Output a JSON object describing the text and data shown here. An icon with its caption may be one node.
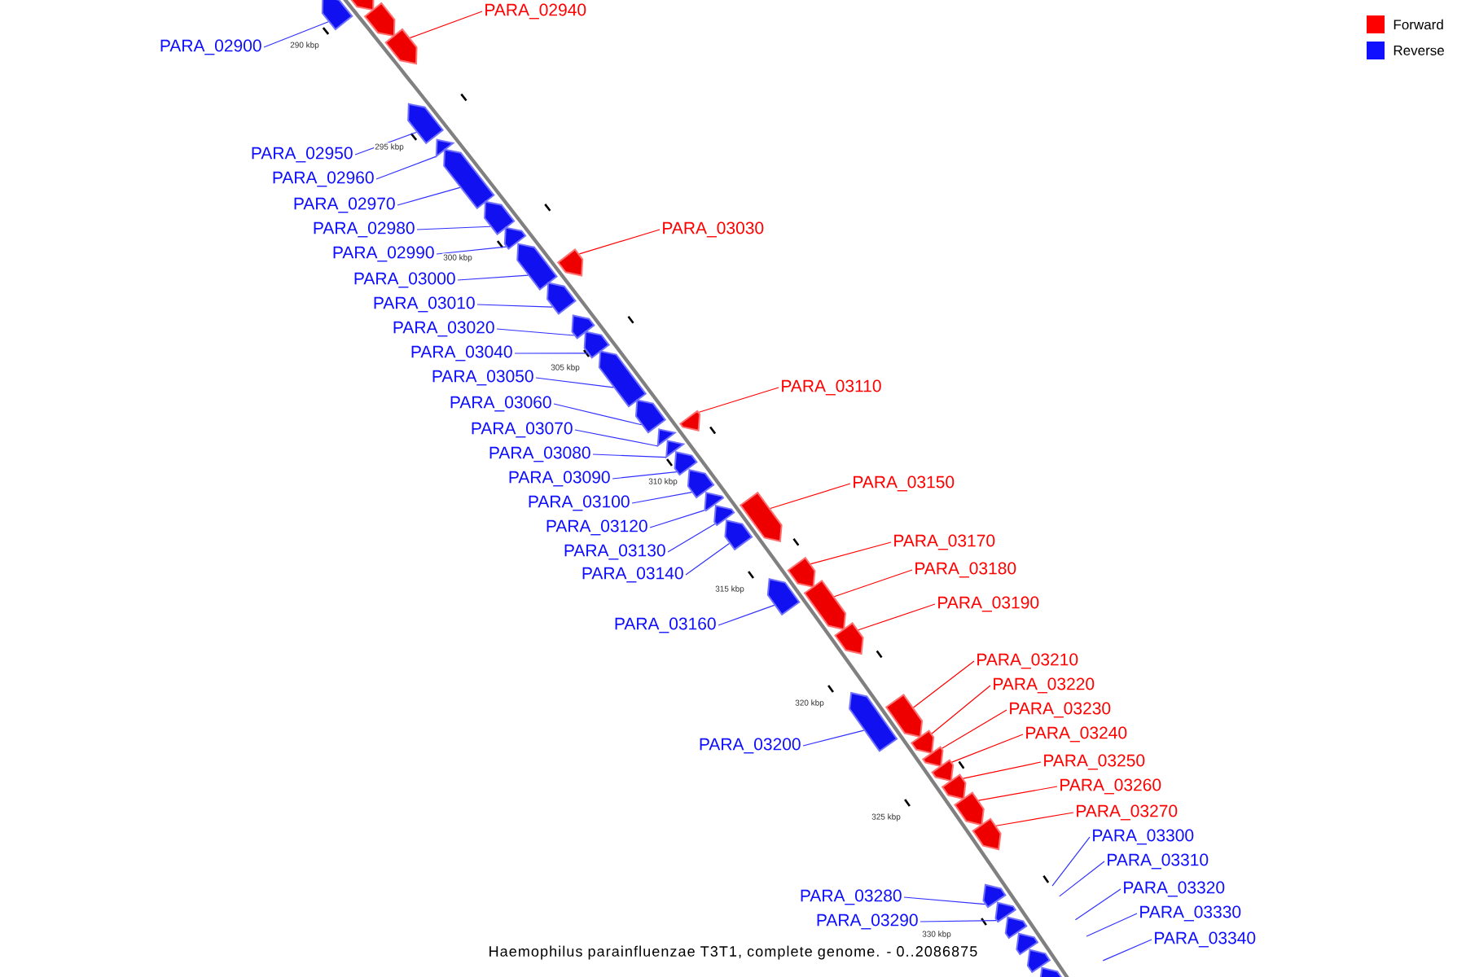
{
  "diagram": {
    "caption": "Haemophilus parainfluenzae T3T1, complete genome. - 0..2086875",
    "nodes": [
      {
        "text": [
          "PARA_02940"
        ]
      },
      {
        "text": [
          "PARA_02900"
        ]
      },
      {
        "text": [
          "PARA_02950"
        ]
      },
      {
        "text": [
          "PARA_02960"
        ]
      },
      {
        "text": [
          "PARA_02970"
        ]
      },
      {
        "text": [
          "PARA_03030"
        ]
      },
      {
        "text": [
          "PARA_02980"
        ]
      },
      {
        "text": [
          "PARA_02990"
        ]
      },
      {
        "text": [
          "PARA_03000"
        ]
      },
      {
        "text": [
          "PARA_03010"
        ]
      },
      {
        "text": [
          "PARA_03020"
        ]
      },
      {
        "text": [
          "PARA_03040"
        ]
      },
      {
        "text": [
          "PARA_03050"
        ]
      },
      {
        "text": [
          "PARA_03110"
        ]
      },
      {
        "text": [
          "PARA_03060"
        ]
      },
      {
        "text": [
          "PARA_03070"
        ]
      },
      {
        "text": [
          "PARA_03080"
        ]
      },
      {
        "text": [
          "PARA_03090"
        ]
      },
      {
        "text": [
          "PARA_03150"
        ]
      },
      {
        "text": [
          "PARA_03100"
        ]
      },
      {
        "text": [
          "PARA_03120"
        ]
      },
      {
        "text": [
          "PARA_03170"
        ]
      },
      {
        "text": [
          "PARA_03130"
        ]
      },
      {
        "text": [
          "PARA_03180"
        ]
      },
      {
        "text": [
          "PARA_03140"
        ]
      },
      {
        "text": [
          "PARA_03190"
        ]
      },
      {
        "text": [
          "PARA_03160"
        ]
      },
      {
        "text": [
          "PARA_03210"
        ]
      },
      {
        "text": [
          "PARA_03220"
        ]
      },
      {
        "text": [
          "PARA_03230"
        ]
      },
      {
        "text": [
          "PARA_03240"
        ]
      },
      {
        "text": [
          "PARA_03200"
        ]
      },
      {
        "text": [
          "PARA_03250"
        ]
      },
      {
        "text": [
          "PARA_03260"
        ]
      },
      {
        "text": [
          "PARA_03270"
        ]
      },
      {
        "text": [
          "PARA_03300"
        ]
      },
      {
        "text": [
          "PARA_03310"
        ]
      },
      {
        "text": [
          "PARA_03320"
        ]
      },
      {
        "text": [
          "PARA_03280"
        ]
      },
      {
        "text": [
          "PARA_03330"
        ]
      },
      {
        "text": [
          "PARA_03290"
        ]
      },
      {
        "text": [
          "PARA_03340"
        ]
      },
      {
        "text": [],
        "shape": "box"
      },
      {
        "text": [],
        "shape": "box"
      },
      {
        "text": [],
        "shape": "box"
      },
      {
        "text": [],
        "shape": "box"
      },
      {
        "text": [],
        "shape": "box"
      },
      {
        "text": [],
        "shape": "box"
      },
      {
        "text": [],
        "shape": "box"
      },
      {
        "text": [],
        "shape": "box"
      },
      {
        "text": [],
        "shape": "box"
      },
      {
        "text": [],
        "shape": "box"
      },
      {
        "text": [],
        "shape": "box"
      },
      {
        "text": [],
        "shape": "box"
      },
      {
        "text": [],
        "shape": "box"
      },
      {
        "text": [],
        "shape": "box"
      },
      {
        "text": [],
        "shape": "box"
      },
      {
        "text": [],
        "shape": "box"
      },
      {
        "text": [],
        "shape": "box"
      },
      {
        "text": [],
        "shape": "box"
      },
      {
        "text": [],
        "shape": "box"
      },
      {
        "text": [],
        "shape": "box"
      },
      {
        "text": [],
        "shape": "box"
      },
      {
        "text": [],
        "shape": "box"
      },
      {
        "text": [],
        "shape": "box"
      },
      {
        "text": [],
        "shape": "box"
      },
      {
        "text": [],
        "shape": "box"
      },
      {
        "text": [],
        "shape": "box"
      },
      {
        "text": [],
        "shape": "box"
      },
      {
        "text": [],
        "shape": "box"
      },
      {
        "text": [],
        "shape": "box"
      },
      {
        "text": [],
        "shape": "box"
      },
      {
        "text": [],
        "shape": "box"
      },
      {
        "text": [],
        "shape": "box"
      },
      {
        "text": [],
        "shape": "box"
      },
      {
        "text": [],
        "shape": "box"
      },
      {
        "text": [],
        "shape": "box"
      },
      {
        "text": [],
        "shape": "box"
      },
      {
        "text": [],
        "shape": "box"
      },
      {
        "text": [],
        "shape": "box"
      },
      {
        "text": [],
        "shape": "box"
      },
      {
        "text": [],
        "shape": "box"
      },
      {
        "text": [],
        "shape": "box"
      },
      {
        "text": [],
        "shape": "box"
      },
      {
        "text": [],
        "shape": "box"
      }
    ],
    "edges": [
      {
        "from": 0,
        "to": 45,
        "arrow": "none",
        "color": "#ff0000"
      },
      {
        "from": 1,
        "to": 42,
        "arrow": "none"
      },
      {
        "from": 2,
        "to": 46,
        "arrow": "none"
      },
      {
        "from": 3,
        "to": 47,
        "arrow": "none"
      },
      {
        "from": 4,
        "to": 48,
        "arrow": "none"
      },
      {
        "from": 5,
        "to": 52,
        "arrow": "none",
        "color": "#ff0000"
      },
      {
        "from": 6,
        "to": 49,
        "arrow": "none"
      },
      {
        "from": 7,
        "to": 50,
        "arrow": "none"
      },
      {
        "from": 8,
        "to": 51,
        "arrow": "none"
      },
      {
        "from": 9,
        "to": 53,
        "arrow": "none"
      },
      {
        "from": 10,
        "to": 54,
        "arrow": "none"
      },
      {
        "from": 11,
        "to": 55,
        "arrow": "none"
      },
      {
        "from": 12,
        "to": 56,
        "arrow": "none"
      },
      {
        "from": 13,
        "to": 59,
        "arrow": "none",
        "color": "#ff0000"
      },
      {
        "from": 14,
        "to": 57,
        "arrow": "none"
      },
      {
        "from": 15,
        "to": 58,
        "arrow": "none"
      },
      {
        "from": 16,
        "to": 60,
        "arrow": "none"
      },
      {
        "from": 17,
        "to": 61,
        "arrow": "none"
      },
      {
        "from": 18,
        "to": 65,
        "arrow": "none",
        "color": "#ff0000"
      },
      {
        "from": 19,
        "to": 62,
        "arrow": "none"
      },
      {
        "from": 20,
        "to": 63,
        "arrow": "none"
      },
      {
        "from": 21,
        "to": 68,
        "arrow": "none",
        "color": "#ff0000"
      },
      {
        "from": 22,
        "to": 64,
        "arrow": "none"
      },
      {
        "from": 23,
        "to": 69,
        "arrow": "none",
        "color": "#ff0000"
      },
      {
        "from": 24,
        "to": 66,
        "arrow": "none"
      },
      {
        "from": 25,
        "to": 70,
        "arrow": "none",
        "color": "#ff0000"
      },
      {
        "from": 26,
        "to": 67,
        "arrow": "none"
      },
      {
        "from": 27,
        "to": 72,
        "arrow": "none",
        "color": "#ff0000"
      },
      {
        "from": 28,
        "to": 73,
        "arrow": "none",
        "color": "#ff0000"
      },
      {
        "from": 29,
        "to": 74,
        "arrow": "none",
        "color": "#ff0000"
      },
      {
        "from": 30,
        "to": 75,
        "arrow": "none",
        "color": "#ff0000"
      },
      {
        "from": 31,
        "to": 71,
        "arrow": "none"
      },
      {
        "from": 32,
        "to": 76,
        "arrow": "none",
        "color": "#ff0000"
      },
      {
        "from": 33,
        "to": 77,
        "arrow": "none",
        "color": "#ff0000"
      },
      {
        "from": 34,
        "to": 78,
        "arrow": "none",
        "color": "#ff0000"
      },
      {
        "from": 35,
        "to": null,
        "arrow": "none"
      },
      {
        "from": 36,
        "to": null,
        "arrow": "none"
      },
      {
        "from": 37,
        "to": null,
        "arrow": "none"
      },
      {
        "from": 38,
        "to": 79,
        "arrow": "none"
      },
      {
        "from": 39,
        "to": null,
        "arrow": "none"
      },
      {
        "from": 40,
        "to": 80,
        "arrow": "none"
      },
      {
        "from": 41,
        "to": null,
        "arrow": "none"
      }
    ],
    "labels": [
      "290 kbp",
      "295 kbp",
      "300 kbp",
      "305 kbp",
      "310 kbp",
      "315 kbp",
      "320 kbp",
      "325 kbp",
      "330 kbp"
    ],
    "legend": [
      {
        "text": "Forward",
        "color": "#ff0000"
      },
      {
        "text": "Reverse",
        "color": "#1010ff"
      }
    ]
  }
}
